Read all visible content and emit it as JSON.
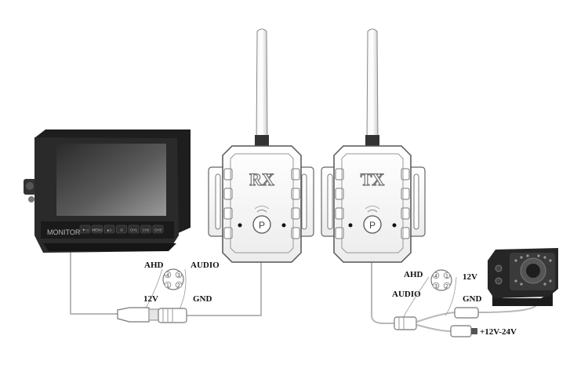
{
  "monitor": {
    "brand": "MONITOR",
    "buttons": [
      "▼◁",
      "MENU",
      "▲▷",
      "⏻",
      "CH1",
      "CH2",
      "CH3"
    ]
  },
  "receiver": {
    "label": "RX",
    "pair_symbol": "P"
  },
  "transmitter": {
    "label": "TX",
    "pair_symbol": "P"
  },
  "connector_left": {
    "pins": [
      "4",
      "3",
      "1",
      "2"
    ],
    "labels": {
      "top_left": "AHD",
      "top_right": "AUDIO",
      "bottom_left": "12V",
      "bottom_right": "GND"
    }
  },
  "connector_right": {
    "pins": [
      "4",
      "1",
      "3",
      "2"
    ],
    "labels": {
      "top_left": "AHD",
      "top_right": "12V",
      "bottom_left": "AUDIO",
      "bottom_right": "GND"
    }
  },
  "power_label": "+12V-24V"
}
